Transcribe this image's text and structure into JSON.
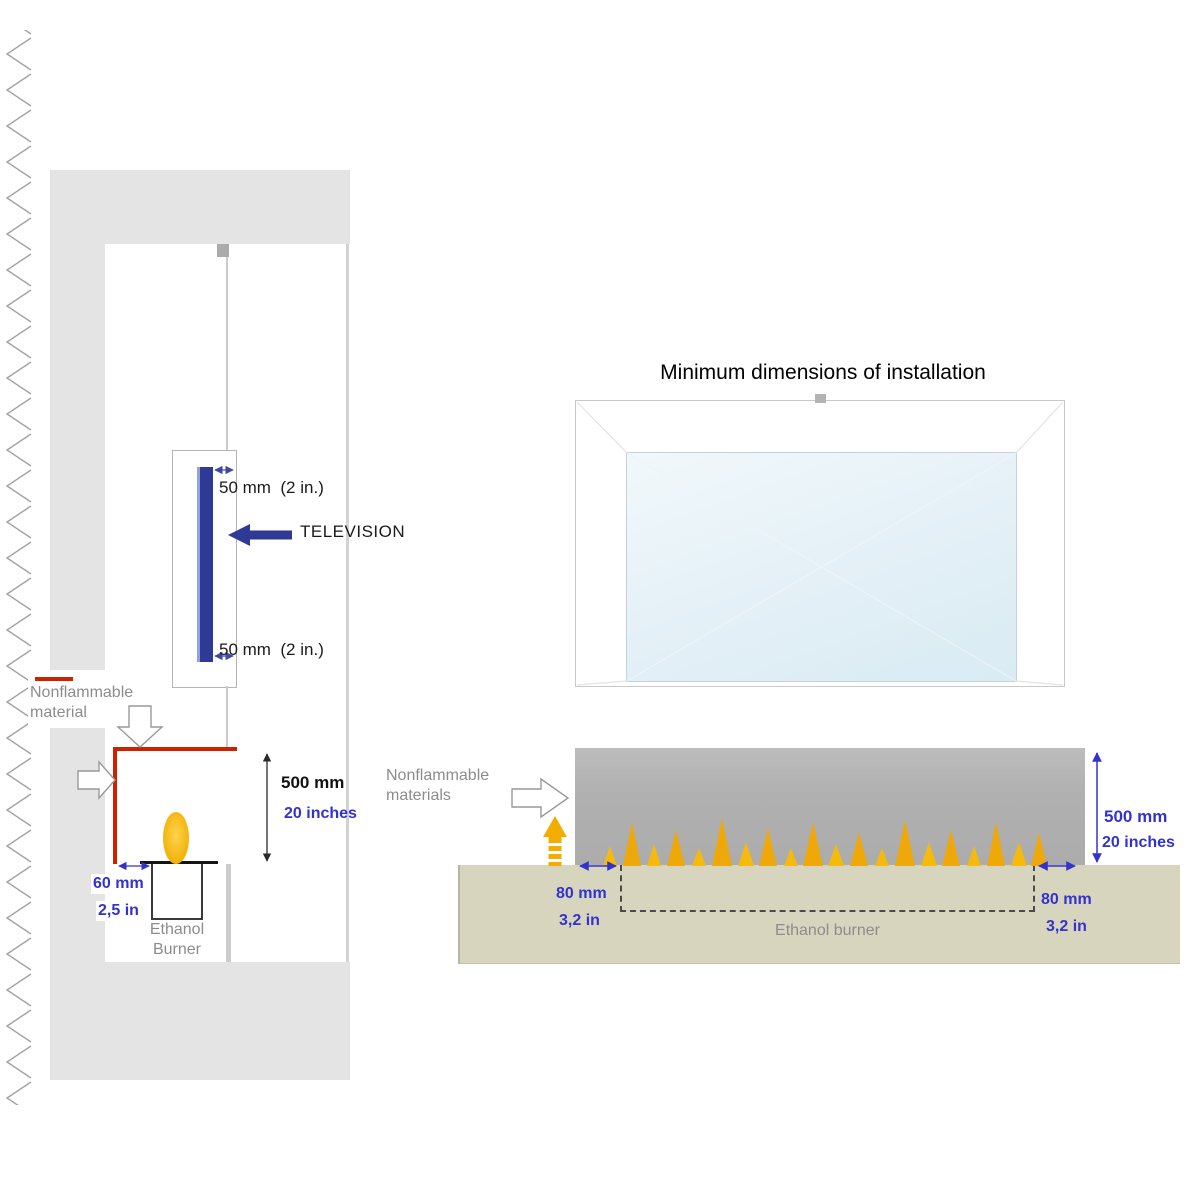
{
  "title": "Minimum dimensions of installation",
  "side_view": {
    "tv_gap_top": "50 mm  (2 in.)",
    "tv_gap_bottom": "50 mm  (2 in.)",
    "television": "TELEVISION",
    "nonflammable": "Nonflammable material",
    "clearance_mm": "500 mm",
    "clearance_in": "20 inches",
    "side_gap_mm": "60 mm",
    "side_gap_in": "2,5 in",
    "burner": "Ethanol Burner"
  },
  "front_view": {
    "nonflammable": "Nonflammable materials",
    "clearance_mm": "500 mm",
    "clearance_in": "20 inches",
    "inset_left_mm": "80 mm",
    "inset_left_in": "3,2 in",
    "inset_right_mm": "80 mm",
    "inset_right_in": "3,2 in",
    "burner": "Ethanol burner"
  },
  "colors": {
    "dimension_blue": "#3333cc",
    "tv_navy": "#2e3a96",
    "safety_red": "#cc2200",
    "flame_gold": "#f2b200",
    "wall_gray": "#e4e4e4",
    "panel_gray": "#b3b3b3",
    "hearth_beige": "#d8d5bf",
    "muted_text": "#8c8c8c"
  }
}
